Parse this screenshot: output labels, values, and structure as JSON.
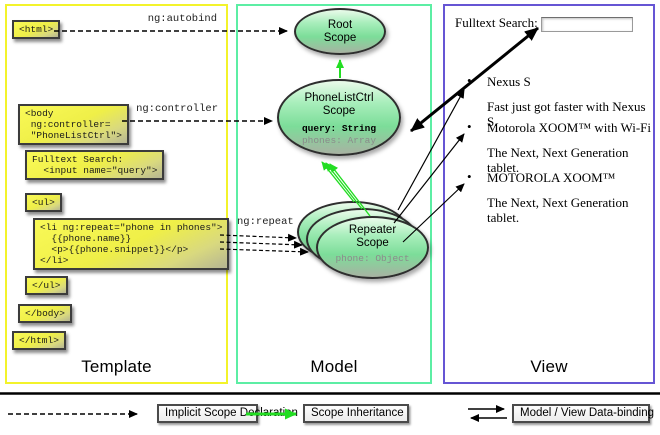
{
  "columns": {
    "template": {
      "label": "Template"
    },
    "model": {
      "label": "Model"
    },
    "view": {
      "label": "View"
    }
  },
  "template": {
    "boxes": {
      "html_open": "<html>",
      "body_open": "<body\n ng:controller=\n \"PhoneListCtrl\">",
      "fulltext_label": "Fulltext Search:",
      "fulltext_input": "  <input name=\"query\">",
      "ul_open": "<ul>",
      "li_repeat": "<li ng:repeat=\"phone in phones\">\n  {{phone.name}}\n  <p>{{phone.snippet}}</p>\n</li>",
      "ul_close": "</ul>",
      "body_close": "</body>",
      "html_close": "</html>"
    }
  },
  "edges": {
    "autobind_label": "ng:autobind",
    "controller_label": "ng:controller",
    "repeat_label": "ng:repeat"
  },
  "model": {
    "root_scope": {
      "title": "Root\nScope"
    },
    "phonelist_scope": {
      "title": "PhoneListCtrl\nScope",
      "prop_query": "query: String",
      "prop_phones": "phones: Array"
    },
    "repeater_scope": {
      "title": "Repeater\nScope",
      "prop_phone": "phone: Object"
    }
  },
  "view": {
    "search_label": "Fulltext Search:",
    "search_value": "",
    "bullet_glyph": "•",
    "items": [
      {
        "title": "Nexus S",
        "desc": "Fast just got faster with Nexus S."
      },
      {
        "title": "Motorola XOOM™ with Wi-Fi",
        "desc": "The Next, Next Generation tablet."
      },
      {
        "title": "MOTOROLA XOOM™",
        "desc": "The Next, Next Generation tablet."
      }
    ]
  },
  "legend": {
    "implicit_label": "Implicit Scope Declaration",
    "inheritance_label": "Scope Inheritance",
    "databinding_label": "Model / View Data-binding"
  },
  "colors": {
    "template_border": "#f3f32b",
    "model_border": "#5ceea4",
    "view_border": "#6655d4",
    "scope_fill_green": "#7cdd99",
    "code_box_yellow": "#efef48",
    "arrow_green": "#22dd22",
    "arrow_black": "#000000"
  }
}
